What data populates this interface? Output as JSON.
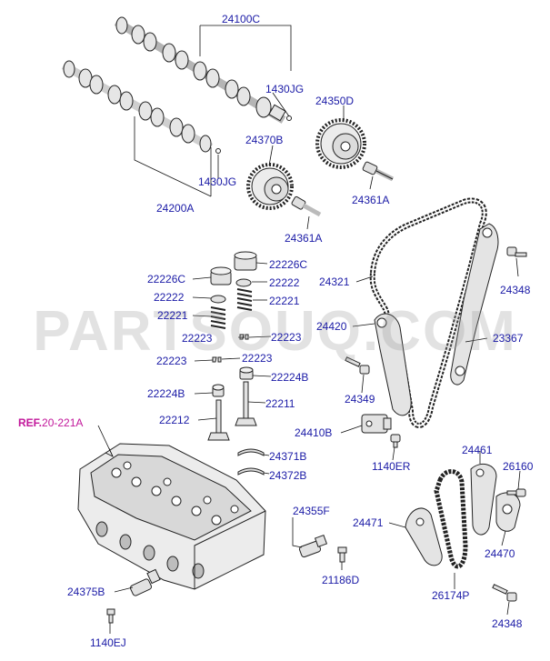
{
  "watermark": "PARTSOUQ.COM",
  "reference": {
    "prefix": "REF.",
    "number": "20-221A"
  },
  "labels": {
    "p24100C": "24100C",
    "p1430JG_a": "1430JG",
    "p24350D": "24350D",
    "p24370B": "24370B",
    "p1430JG_b": "1430JG",
    "p24200A": "24200A",
    "p24361A_a": "24361A",
    "p24361A_b": "24361A",
    "p22226C_a": "22226C",
    "p22226C_b": "22226C",
    "p22222_a": "22222",
    "p22222_b": "22222",
    "p22221_a": "22221",
    "p22221_b": "22221",
    "p22223_a": "22223",
    "p22223_b": "22223",
    "p22223_c": "22223",
    "p22223_d": "22223",
    "p22224B_a": "22224B",
    "p22224B_b": "22224B",
    "p22212": "22212",
    "p22211": "22211",
    "p24321": "24321",
    "p24348_a": "24348",
    "p24420": "24420",
    "p23367": "23367",
    "p24349": "24349",
    "p24410B": "24410B",
    "p1140ER": "1140ER",
    "p24371B": "24371B",
    "p24372B": "24372B",
    "p24355F": "24355F",
    "p21186D": "21186D",
    "p24375B": "24375B",
    "p1140EJ": "1140EJ",
    "p24461": "24461",
    "p26160": "26160",
    "p24471": "24471",
    "p24470": "24470",
    "p26174P": "26174P",
    "p24348_b": "24348"
  },
  "colors": {
    "label": "#1a1aa6",
    "reference": "#c2189b",
    "line": "#111111",
    "part_fill": "#e6e6e6",
    "part_stroke": "#222222"
  }
}
